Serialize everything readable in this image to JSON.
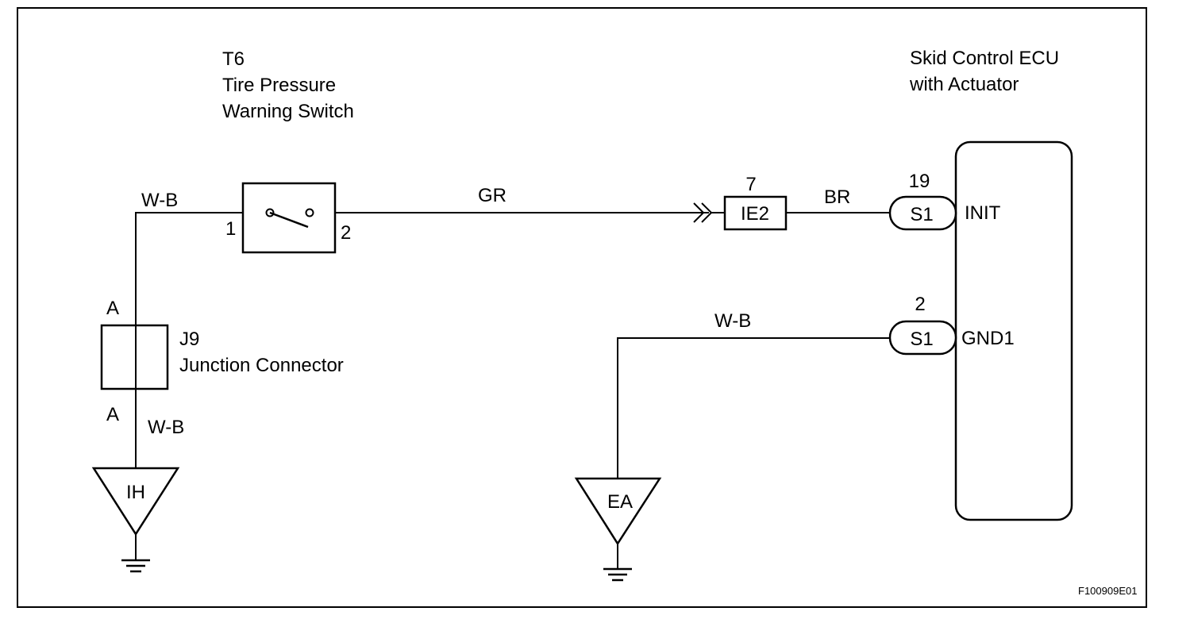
{
  "switch": {
    "code": "T6",
    "name_line1": "Tire Pressure",
    "name_line2": "Warning Switch",
    "pin_in": "1",
    "pin_out": "2"
  },
  "ecu": {
    "name_line1": "Skid Control ECU",
    "name_line2": "with Actuator"
  },
  "junction": {
    "code": "J9",
    "name": "Junction Connector",
    "pin_top": "A",
    "pin_bottom": "A"
  },
  "inline_connector": {
    "code": "IE2",
    "pin": "7"
  },
  "ecu_pins": [
    {
      "connector": "S1",
      "pin": "19",
      "signal": "INIT"
    },
    {
      "connector": "S1",
      "pin": "2",
      "signal": "GND1"
    }
  ],
  "wires": {
    "switch_in": "W-B",
    "switch_out": "GR",
    "to_ecu_init": "BR",
    "ecu_ground": "W-B",
    "junction_ground": "W-B"
  },
  "grounds": {
    "left": "IH",
    "right": "EA"
  },
  "figure_id": "F100909E01"
}
